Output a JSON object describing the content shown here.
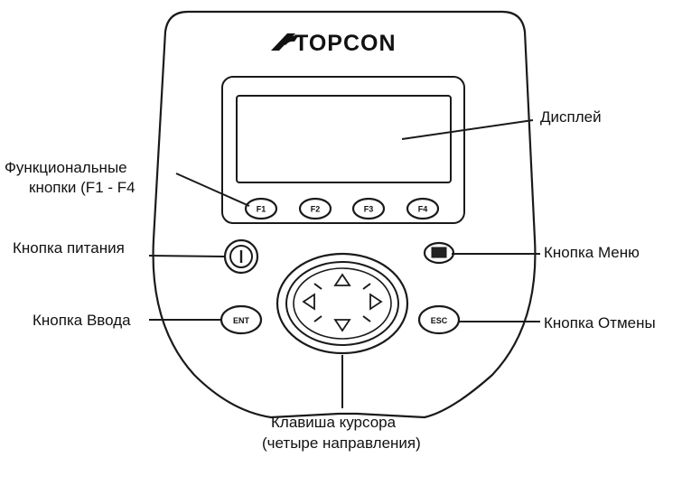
{
  "brand": "TOPCON",
  "keys": {
    "f1": "F1",
    "f2": "F2",
    "f3": "F3",
    "f4": "F4",
    "enter": "ENT",
    "esc": "ESC"
  },
  "labels": {
    "display": "Дисплей",
    "function_keys_line1": "Функциональные",
    "function_keys_line2": "кнопки (F1 - F4",
    "power": "Кнопка питания",
    "menu": "Кнопка Меню",
    "enter": "Кнопка Ввода",
    "esc": "Кнопка Отмены",
    "cursor_line1": "Клавиша курсора",
    "cursor_line2": "(четыре направления)"
  },
  "icons": [
    "topcon-logo-icon",
    "power-icon",
    "menu-icon",
    "arrow-up-icon",
    "arrow-down-icon",
    "arrow-left-icon",
    "arrow-right-icon"
  ]
}
